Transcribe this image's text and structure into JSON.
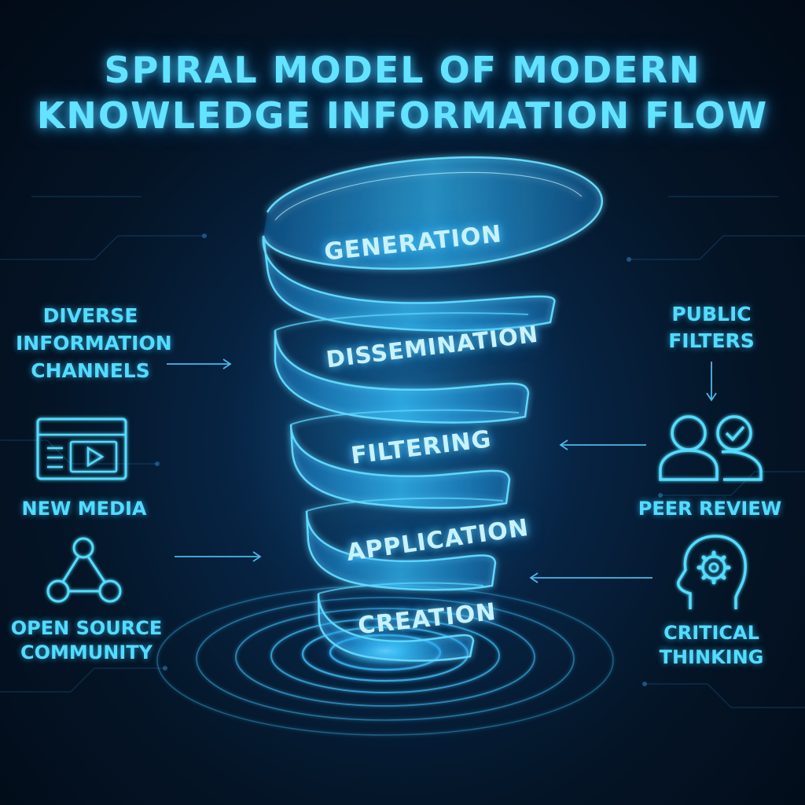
{
  "title": {
    "line1": "SPIRAL MODEL OF MODERN",
    "line2": "KNOWLEDGE INFORMATION FLOW"
  },
  "spiral_stages": [
    "GENERATION",
    "DISSEMINATION",
    "FILTERING",
    "APPLICATION",
    "CREATION"
  ],
  "left_labels": {
    "diverse_channels": [
      "DIVERSE",
      "INFORMATION",
      "CHANNELS"
    ],
    "new_media": "NEW MEDIA",
    "open_source": [
      "OPEN SOURCE",
      "COMMUNITY"
    ]
  },
  "right_labels": {
    "public_filters": [
      "PUBLIC",
      "FILTERS"
    ],
    "peer_review": "PEER REVIEW",
    "critical_thinking": [
      "CRITICAL",
      "THINKING"
    ]
  },
  "icons": {
    "new_media": "video-screen-icon",
    "open_source": "network-nodes-icon",
    "peer_review": "people-check-icon",
    "critical_thinking": "head-gear-icon"
  },
  "colors": {
    "accent": "#52dcff",
    "title": "#63e3ff",
    "stage_text": "#c9f2ff",
    "background": "#041527"
  }
}
